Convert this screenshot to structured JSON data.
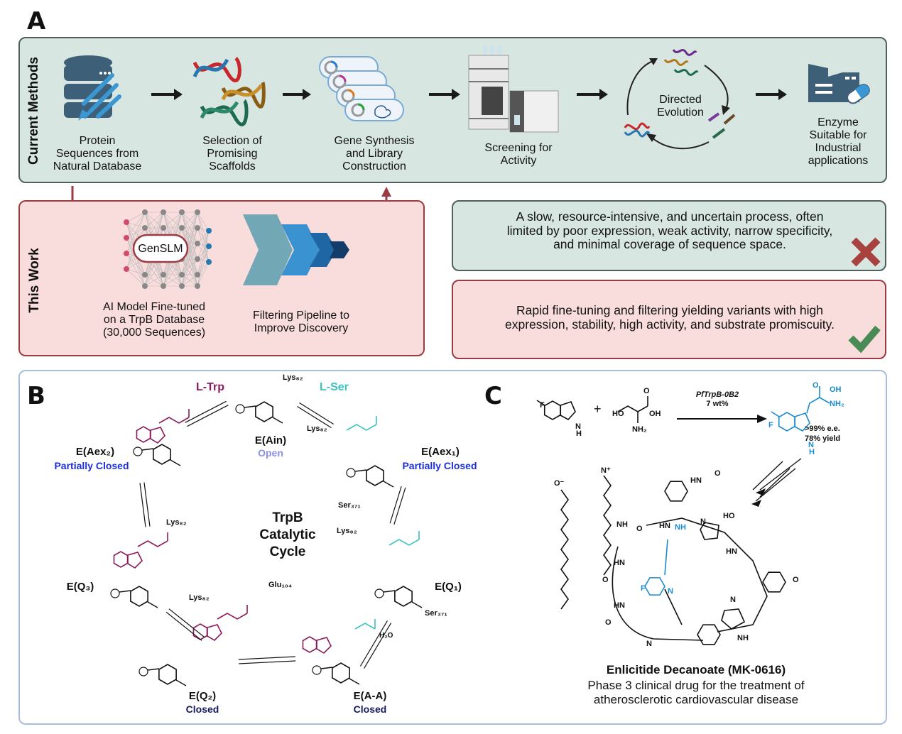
{
  "panels": {
    "a": {
      "letter": "A",
      "current_methods": {
        "side_label": "Current Methods",
        "steps": [
          {
            "icon": "database-protein-icon",
            "caption": "Protein\nSequences from\nNatural Database"
          },
          {
            "icon": "dna-helices-icon",
            "caption": "Selection of\nPromising\nScaffolds"
          },
          {
            "icon": "plasmid-library-icon",
            "caption": "Gene Synthesis\nand Library\nConstruction"
          },
          {
            "icon": "hplc-instrument-icon",
            "caption": "Screening for\nActivity"
          },
          {
            "icon": "directed-evolution-cycle-icon",
            "caption": "Directed\nEvolution"
          },
          {
            "icon": "factory-pill-icon",
            "caption": "Enzyme\nSuitable for\nIndustrial\napplications"
          }
        ]
      },
      "this_work": {
        "side_label": "This Work",
        "model_label": "GenSLM",
        "steps": [
          {
            "icon": "neural-network-icon",
            "caption": "AI Model Fine-tuned\non a TrpB Database\n(30,000 Sequences)"
          },
          {
            "icon": "filter-chevrons-icon",
            "caption": "Filtering Pipeline to\nImprove Discovery"
          }
        ]
      },
      "verdicts": [
        {
          "text": "A slow, resource-intensive, and uncertain process, often\nlimited by poor expression, weak activity, narrow specificity,\nand minimal coverage of sequence space.",
          "icon": "cross-icon",
          "color": "#a8423f"
        },
        {
          "text": "Rapid fine-tuning and filtering yielding variants with high\nexpression, stability, high activity, and substrate promiscuity.",
          "icon": "check-icon",
          "color": "#4a8a55"
        }
      ]
    },
    "b": {
      "letter": "B",
      "title": "TrpB\nCatalytic\nCycle",
      "reagents": {
        "trp": "L-Trp",
        "ser": "L-Ser",
        "water": "H₂O"
      },
      "states": [
        {
          "id": "ain",
          "name": "E(Ain)",
          "conformation": "Open",
          "conf_color": "#8a8ee8"
        },
        {
          "id": "aex1",
          "name": "E(Aex₁)",
          "conformation": "Partially Closed",
          "conf_color": "#1c2ed8"
        },
        {
          "id": "q1",
          "name": "E(Q₁)",
          "conformation": "",
          "conf_color": ""
        },
        {
          "id": "aa",
          "name": "E(A-A)",
          "conformation": "Closed",
          "conf_color": "#14185e"
        },
        {
          "id": "q2",
          "name": "E(Q₂)",
          "conformation": "Closed",
          "conf_color": "#14185e"
        },
        {
          "id": "q3",
          "name": "E(Q₃)",
          "conformation": "",
          "conf_color": ""
        },
        {
          "id": "aex2",
          "name": "E(Aex₂)",
          "conformation": "Partially Closed",
          "conf_color": "#1c2ed8"
        }
      ],
      "residues": {
        "lys": "Lys₈₂",
        "ser": "Ser₃₇₁",
        "glu": "Glu₁₀₄"
      },
      "colors": {
        "trp": "#8b1a5a",
        "ser": "#3cc2c0"
      }
    },
    "c": {
      "letter": "C",
      "catalyst": "PfTrpB-0B2",
      "loading": "7 wt%",
      "plus": "+",
      "product_stats": [
        ">99% e.e.",
        "78% yield"
      ],
      "product_color": "#1b8ad0",
      "drug_name": "Enlicitide Decanoate (MK-0616)",
      "drug_desc": "Phase 3 clinical drug for the treatment of\natherosclerotic cardiovascular disease",
      "atom_labels": {
        "f": "F",
        "nh": "N\nH",
        "ho": "HO",
        "oh": "OH",
        "nh2": "NH₂",
        "o": "O"
      }
    }
  }
}
